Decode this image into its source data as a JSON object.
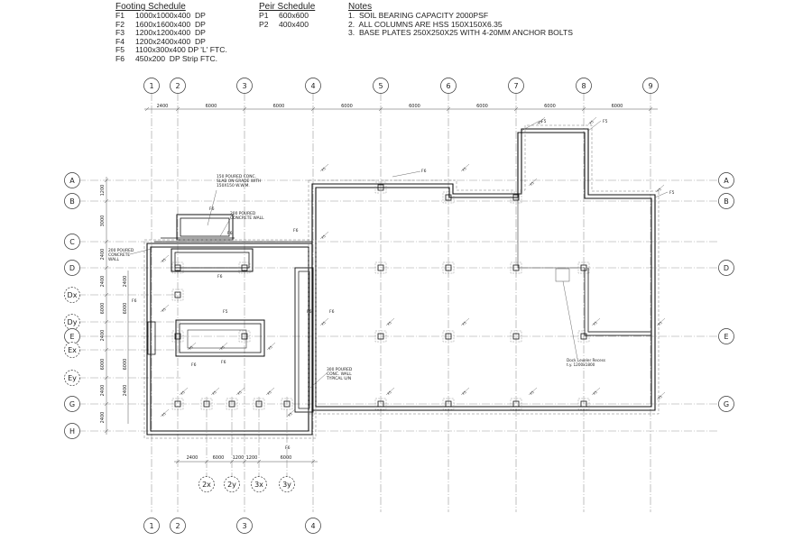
{
  "footing_schedule": {
    "title": "Footing Schedule",
    "items": [
      {
        "code": "F1",
        "desc": "1000x1000x400  DP"
      },
      {
        "code": "F2",
        "desc": "1600x1600x400  DP"
      },
      {
        "code": "F3",
        "desc": "1200x1200x400  DP"
      },
      {
        "code": "F4",
        "desc": "1200x2400x400  DP"
      },
      {
        "code": "F5",
        "desc": "1100x300x400 DP 'L' FTC."
      },
      {
        "code": "F6",
        "desc": "450x200  DP Strip FTC."
      }
    ]
  },
  "pier_schedule": {
    "title": "Peir Schedule",
    "items": [
      {
        "code": "P1",
        "desc": "600x600"
      },
      {
        "code": "P2",
        "desc": "400x400"
      }
    ]
  },
  "notes": {
    "title": "Notes",
    "items": [
      "1.  SOIL BEARING CAPACITY 2000PSF",
      "2.  ALL COLUMNS ARE HSS 150X150X6.35",
      "3.  BASE PLATES 250X250X25 WITH 4-20MM ANCHOR BOLTS"
    ]
  },
  "grid_columns": [
    "1",
    "2",
    "3",
    "4",
    "5",
    "6",
    "7",
    "8",
    "9"
  ],
  "sub_columns": [
    "2x",
    "2y",
    "3x",
    "3y"
  ],
  "grid_rows": [
    "A",
    "B",
    "C",
    "D",
    "Dx",
    "Dy",
    "E",
    "Ex",
    "Ey",
    "G",
    "H"
  ],
  "top_dims": [
    "2400",
    "6000",
    "6000",
    "6000",
    "6000",
    "6000",
    "6000",
    "6000"
  ],
  "bottom_dims": [
    "2400",
    "6000",
    "1200",
    "1200",
    "6000"
  ],
  "left_dims": [
    "1200",
    "3000",
    "2400",
    "2400",
    "6000",
    "2400",
    "6000",
    "2400",
    "2400"
  ],
  "labels": {
    "f5": "F5",
    "f6": "F6",
    "slab": "150 POURED CONC.\nSLAB ON GRADE WITH\n150X150 W.W.M.",
    "wall_200a": "200 POURED\nCONCRETE WALL",
    "wall_200b": "200 POURED\nCONCRETE\nWALL",
    "wall_300": "300 POURED\nCONC. WALL\nTYPICAL U/N",
    "dock": "Dock Leveler Recess\nt.y.  1200x1800"
  }
}
